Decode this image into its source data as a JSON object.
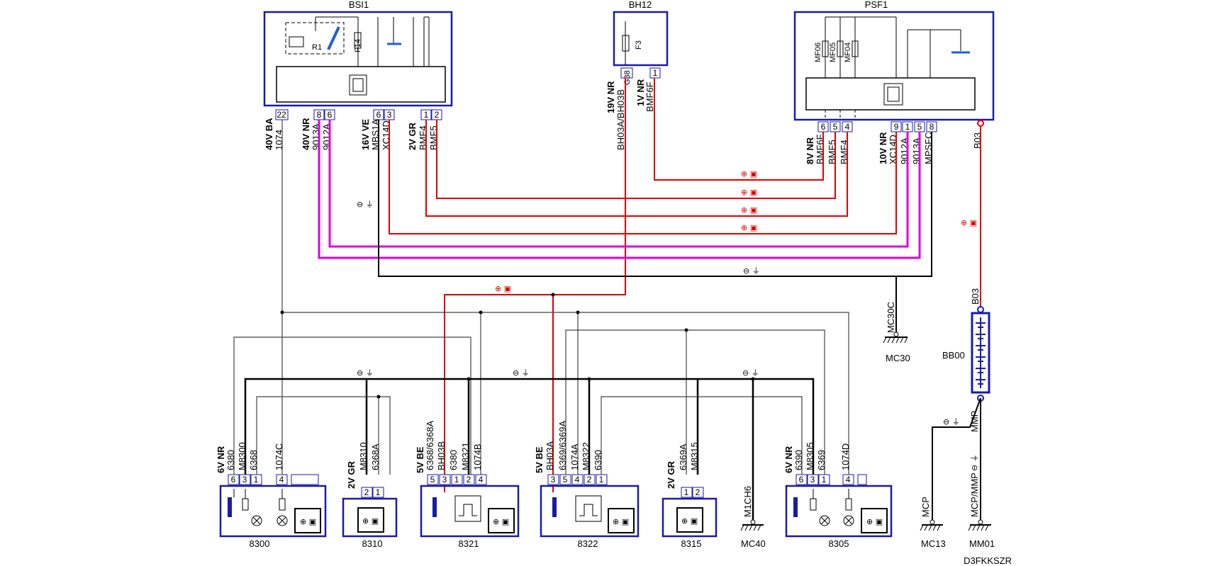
{
  "ref_code": "D3FKKSZR",
  "colors": {
    "red": "#e00000",
    "magenta": "#e000e0",
    "black": "#000000",
    "blue": "#1a1aa8",
    "thin": "#444444",
    "accent": "#2060d0"
  },
  "components": {
    "BSI1": {
      "name": "BSI1",
      "fuse": "F14",
      "relay": "R1"
    },
    "BH12": {
      "name": "BH12",
      "fuse": "F3"
    },
    "PSF1": {
      "name": "PSF1",
      "fuses": [
        "MF06",
        "MF05",
        "MF04"
      ]
    },
    "c8300": "8300",
    "c8310": "8310",
    "c8321": "8321",
    "c8322": "8322",
    "c8315": "8315",
    "c8305": "8305",
    "BB00": "BB00",
    "MC30": "MC30",
    "MC30C": "MC30C",
    "MC40": "MC40",
    "MC13": "MC13",
    "MM01": "MM01",
    "M1CH6": "M1CH6",
    "MCP": "MCP",
    "MCPMMP": "MCP/MMP",
    "MMP": "MMP",
    "B03": "B03",
    "B03b": "B03"
  },
  "connectors": {
    "bsi_a": "40V BA",
    "bsi_b": "40V NR",
    "bsi_c": "16V VE",
    "bsi_d": "2V GR",
    "bh_a": "19V NR",
    "bh_b": "1V NR",
    "psf_a": "8V NR",
    "psf_b": "10V NR",
    "k8300": "6V NR",
    "k8310": "2V GR",
    "k8321": "5V BE",
    "k8322": "5V BE",
    "k8315": "2V GR",
    "k8305": "6V NR"
  },
  "pins": {
    "bsi": [
      "22",
      "8",
      "6",
      "6",
      "3",
      "1",
      "2"
    ],
    "bh": [
      "G38",
      "1"
    ],
    "psf": [
      "6",
      "5",
      "4",
      "9",
      "1",
      "5",
      "8"
    ],
    "p8300": [
      "6",
      "3",
      "1",
      "4"
    ],
    "p8310": [
      "2",
      "1"
    ],
    "p8321": [
      "5",
      "3",
      "1",
      "2",
      "4"
    ],
    "p8322": [
      "3",
      "5",
      "4",
      "2",
      "1"
    ],
    "p8315": [
      "1",
      "2"
    ],
    "p8305": [
      "6",
      "3",
      "1",
      "4"
    ]
  },
  "wires": {
    "bsi": [
      "1074",
      "9013A",
      "9012A",
      "MBS1A",
      "XC14D",
      "BMF4",
      "BMF5"
    ],
    "bh": [
      "BH03A/BH03B",
      "BMF6F"
    ],
    "psf": [
      "BMF6F",
      "BMF5",
      "BMF4",
      "XC14D",
      "9012A",
      "9013A",
      "MPSFC"
    ],
    "w8300": [
      "6380",
      "M8300",
      "6368",
      "1074C"
    ],
    "w8310": [
      "M8310",
      "6368A"
    ],
    "w8321": [
      "6368/6368A",
      "BH03B",
      "6380",
      "M8321",
      "1074B"
    ],
    "w8322": [
      "BH03A",
      "6369/6369A",
      "1074A",
      "M8322",
      "6390"
    ],
    "w8315": [
      "6369A",
      "M8315"
    ],
    "w8305": [
      "6390",
      "M8305",
      "6369",
      "1074D"
    ]
  },
  "symbols": {
    "plus": "⊕",
    "battery": "▣",
    "minus": "⊖",
    "ground": "⏚",
    "plus_batt": "⊕ ▣",
    "minus_ground": "⊖ ⏚"
  }
}
